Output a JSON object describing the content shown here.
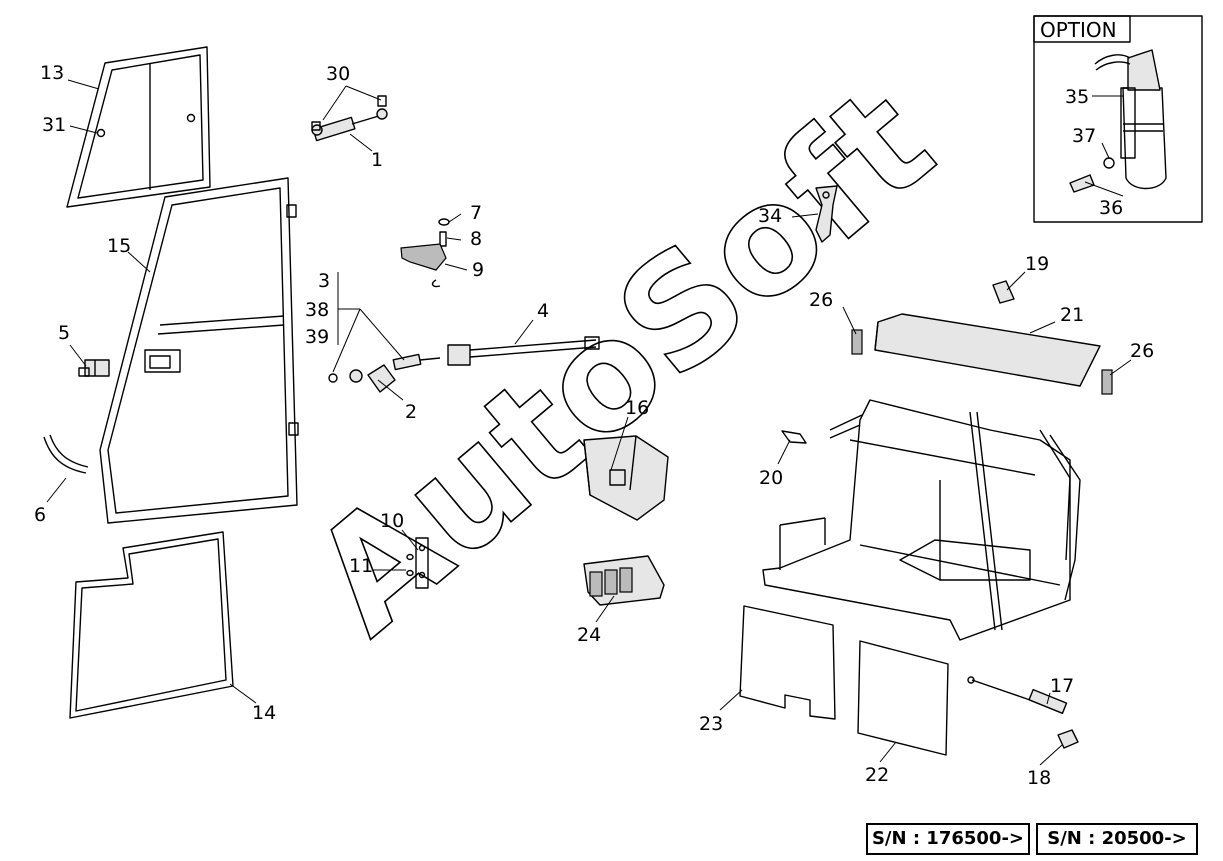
{
  "option_box": {
    "title": "OPTION",
    "callouts": [
      "35",
      "37",
      "36"
    ]
  },
  "callouts": [
    {
      "id": "c13",
      "text": "13"
    },
    {
      "id": "c31",
      "text": "31"
    },
    {
      "id": "c30",
      "text": "30"
    },
    {
      "id": "c1",
      "text": "1"
    },
    {
      "id": "c15",
      "text": "15"
    },
    {
      "id": "c7",
      "text": "7"
    },
    {
      "id": "c8",
      "text": "8"
    },
    {
      "id": "c9",
      "text": "9"
    },
    {
      "id": "c3",
      "text": "3"
    },
    {
      "id": "c38",
      "text": "38"
    },
    {
      "id": "c39",
      "text": "39"
    },
    {
      "id": "c4",
      "text": "4"
    },
    {
      "id": "c5",
      "text": "5"
    },
    {
      "id": "c2",
      "text": "2"
    },
    {
      "id": "c6",
      "text": "6"
    },
    {
      "id": "c16",
      "text": "16"
    },
    {
      "id": "c10",
      "text": "10"
    },
    {
      "id": "c11",
      "text": "11"
    },
    {
      "id": "c24",
      "text": "24"
    },
    {
      "id": "c14",
      "text": "14"
    },
    {
      "id": "c34",
      "text": "34"
    },
    {
      "id": "c19",
      "text": "19"
    },
    {
      "id": "c26a",
      "text": "26"
    },
    {
      "id": "c21",
      "text": "21"
    },
    {
      "id": "c26b",
      "text": "26"
    },
    {
      "id": "c20",
      "text": "20"
    },
    {
      "id": "c17",
      "text": "17"
    },
    {
      "id": "c23",
      "text": "23"
    },
    {
      "id": "c22",
      "text": "22"
    },
    {
      "id": "c18",
      "text": "18"
    }
  ],
  "watermark": {
    "text": "AutoSoft"
  },
  "serial_numbers": [
    "S/N : 176500->",
    "S/N : 20500->"
  ]
}
